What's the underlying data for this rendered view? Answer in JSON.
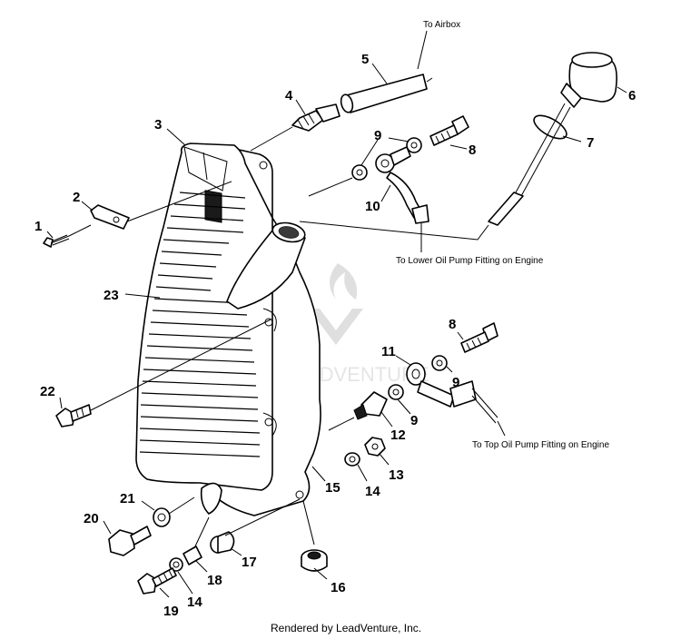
{
  "callouts": {
    "c1": "1",
    "c2": "2",
    "c3": "3",
    "c4": "4",
    "c5": "5",
    "c6": "6",
    "c7": "7",
    "c8a": "8",
    "c8b": "8",
    "c9a": "9",
    "c9b": "9",
    "c9c": "9",
    "c10": "10",
    "c11": "11",
    "c12": "12",
    "c13": "13",
    "c14a": "14",
    "c14b": "14",
    "c15": "15",
    "c16": "16",
    "c17": "17",
    "c18": "18",
    "c19": "19",
    "c20": "20",
    "c21": "21",
    "c22": "22",
    "c23": "23"
  },
  "notes": {
    "airbox": "To Airbox",
    "lower_pump": "To Lower Oil Pump Fitting on Engine",
    "top_pump": "To Top Oil Pump Fitting on Engine"
  },
  "footer": "Rendered by LeadVenture, Inc.",
  "watermark": "LEADVENTURE"
}
